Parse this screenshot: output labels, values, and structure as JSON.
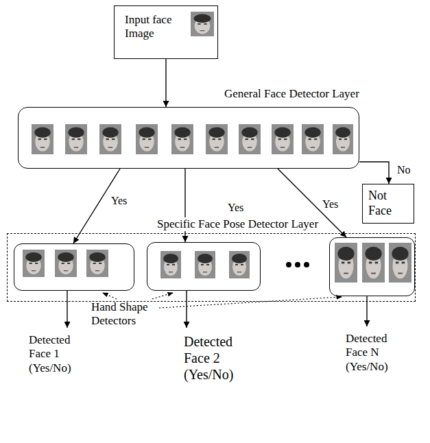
{
  "diagram": {
    "nodes": [
      {
        "text": [
          "Input face Image"
        ]
      },
      {
        "text": [
          "General Face Detector Layer"
        ]
      },
      {
        "text": [
          "Not Face"
        ]
      },
      {
        "text": [
          "Specific Face Pose Detector Layer"
        ]
      },
      {
        "text": [],
        "in": 3
      },
      {
        "text": [],
        "in": 3
      },
      {
        "text": [],
        "in": 3
      },
      {
        "text": [
          "Detected Face 1 (Yes/No)"
        ]
      },
      {
        "text": [
          "Detected Face 2 (Yes/No)"
        ]
      },
      {
        "text": [
          "Detected Face N (Yes/No)"
        ]
      }
    ],
    "edges": [
      {
        "from": 0,
        "to": 1,
        "arrow": "to"
      },
      {
        "from": 1,
        "to": 2,
        "label": "No",
        "arrow": "to"
      },
      {
        "from": 1,
        "to": 4,
        "label": "Yes",
        "arrow": "to"
      },
      {
        "from": 1,
        "to": 5,
        "label": "Yes",
        "arrow": "to"
      },
      {
        "from": 1,
        "to": 6,
        "label": "Yes",
        "arrow": "to"
      },
      {
        "from": 4,
        "to": 7,
        "arrow": "to"
      },
      {
        "from": 5,
        "to": 8,
        "arrow": "to"
      },
      {
        "from": 6,
        "to": 9,
        "arrow": "to"
      }
    ],
    "labels": [
      "Hand Shape Detectors"
    ]
  }
}
